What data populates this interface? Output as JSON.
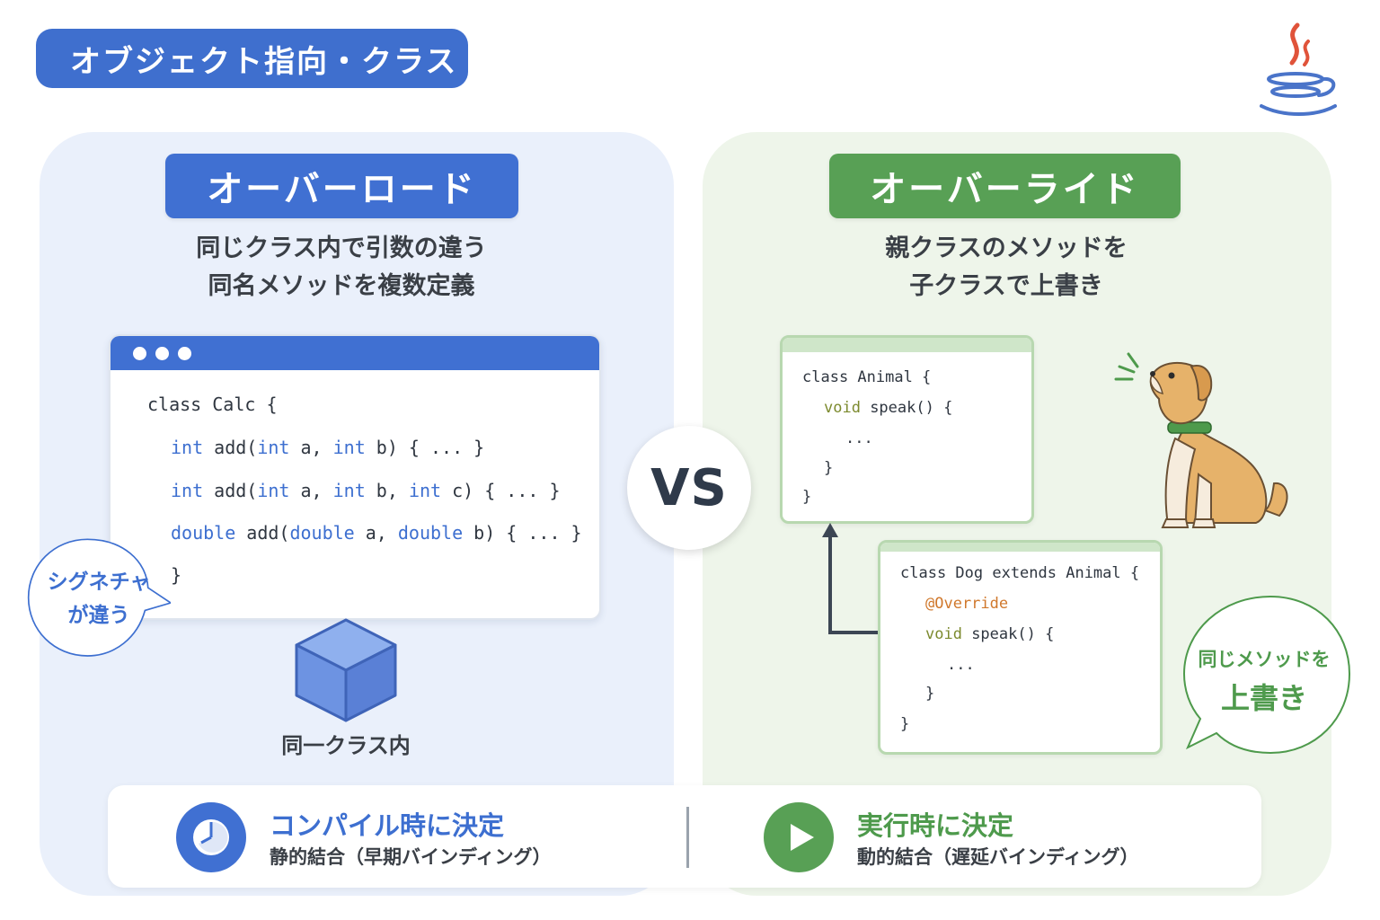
{
  "topic_title": "オブジェクト指向・クラス",
  "overload": {
    "heading": "オーバーロード",
    "desc_line1": "同じクラス内で引数の違う",
    "desc_line2": "同名メソッドを複数定義",
    "code": {
      "line1": "class Calc {",
      "line2_type": "int",
      "line2_rest1": " add(",
      "line2_t2": "int",
      "line2_rest2": " a, ",
      "line2_t3": "int",
      "line2_rest3": " b) { ... }",
      "line3_type": "int",
      "line3_rest1": " add(",
      "line3_t2": "int",
      "line3_rest2": " a, ",
      "line3_t3": "int",
      "line3_rest3": " b, ",
      "line3_t4": "int",
      "line3_rest4": " c) { ... }",
      "line4_type": "double",
      "line4_rest1": " add(",
      "line4_t2": "double",
      "line4_rest2": " a, ",
      "line4_t3": "double",
      "line4_rest3": " b) { ... }",
      "line5": "}"
    },
    "bubble_line1": "シグネチャ",
    "bubble_line2": "が違う",
    "cube_label": "同一クラス内"
  },
  "vs_label": "VS",
  "override": {
    "heading": "オーバーライド",
    "desc_line1": "親クラスのメソッドを",
    "desc_line2": "子クラスで上書き",
    "parent_code": {
      "line1": "class Animal {",
      "line2_kw": "void",
      "line2_rest": " speak() {",
      "line3": "...",
      "line4": "}",
      "line5": "}"
    },
    "child_code": {
      "line1": "class Dog extends Animal {",
      "line2": "@Override",
      "line3_kw": "void",
      "line3_rest": " speak() {",
      "line4": "...",
      "line5": "}",
      "line6": "}"
    },
    "bubble_line1": "同じメソッドを",
    "bubble_line2": "上書き"
  },
  "bottom": {
    "left_title": "コンパイル時に決定",
    "left_sub": "静的結合（早期バインディング）",
    "right_title": "実行時に決定",
    "right_sub": "動的結合（遅延バインディング）"
  },
  "colors": {
    "blue": "#4070d2",
    "green": "#58a055",
    "panel_blue": "#eaf0fb",
    "panel_green": "#eef5ea"
  },
  "icons": [
    "java-logo-icon",
    "cube-icon",
    "arrow-up-icon",
    "dog-icon",
    "clock-icon",
    "play-icon"
  ]
}
